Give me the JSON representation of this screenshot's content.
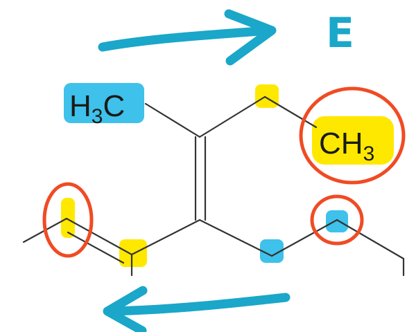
{
  "labels": {
    "left_group": {
      "main": "H",
      "sub": "3",
      "tail": "C"
    },
    "right_group": {
      "main": "CH",
      "sub": "3"
    },
    "isomer_designation": "E"
  },
  "colors": {
    "bond": "#333333",
    "arrow": "#1aa7c9",
    "highlight_blue": "#3ec1ea",
    "highlight_yellow": "#ffe800",
    "circle": "#f04b24"
  },
  "annotations": {
    "top_arrow_direction": "right",
    "bottom_arrow_direction": "left"
  }
}
